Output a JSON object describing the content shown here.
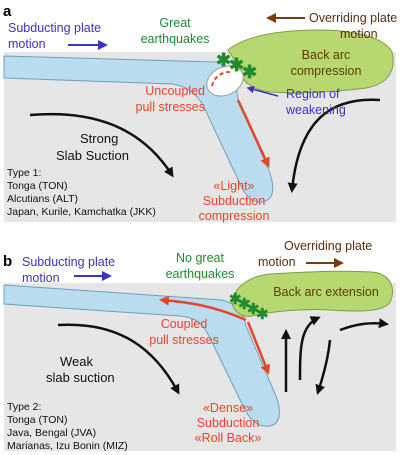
{
  "colors": {
    "mantle": "#e6e6e6",
    "slab": "#b9dcef",
    "slab_stroke": "#6f9fc0",
    "arc": "#b7d770",
    "arc_stroke": "#7f9f40",
    "blue_text": "#3c32c8",
    "green_text": "#1f8a2e",
    "brown": "#7a3a10",
    "red": "#e8442a",
    "black": "#111111"
  },
  "panels": [
    {
      "letter": "a",
      "subducting_motion": [
        "Subducting plate",
        "motion"
      ],
      "great_earthquakes": [
        "Great",
        "earthquakes"
      ],
      "overriding_motion": [
        "Overriding plate",
        "motion"
      ],
      "back_arc": [
        "Back arc",
        "compression"
      ],
      "stresses": [
        "Uncoupled",
        "pull stresses"
      ],
      "weakening": [
        "Region of",
        "weakening"
      ],
      "suction": [
        "Strong",
        "Slab Suction"
      ],
      "slab_label": [
        "«Light»",
        "Subduction",
        "compression"
      ],
      "type_lines": [
        "Type 1:",
        "Tonga (TON)",
        "Alcutians (ALT)",
        "Japan, Kurile, Kamchatka (JKK)"
      ]
    },
    {
      "letter": "b",
      "subducting_motion": [
        "Subducting plate",
        "motion"
      ],
      "great_earthquakes": [
        "No great",
        "earthquakes"
      ],
      "overriding_motion": [
        "Overriding plate",
        "motion"
      ],
      "back_arc": [
        "Back arc extension"
      ],
      "stresses": [
        "Coupled",
        "pull stresses"
      ],
      "suction": [
        "Weak",
        "slab suction"
      ],
      "slab_label": [
        "«Dense»",
        "Subduction",
        "«Roll Back»"
      ],
      "type_lines": [
        "Type 2:",
        "Tonga (TON)",
        "Java, Bengal (JVA)",
        "Marianas, Izu Bonin (MIZ)"
      ]
    }
  ]
}
